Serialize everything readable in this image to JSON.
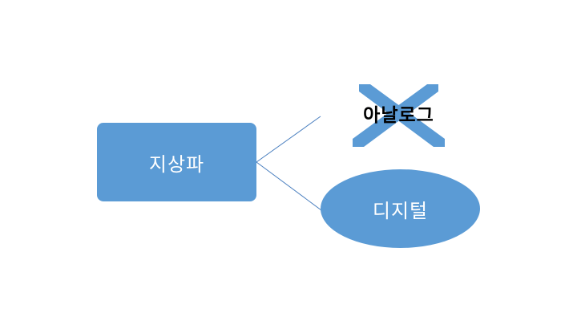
{
  "diagram": {
    "source_node": {
      "label": "지상파"
    },
    "crossed_out_target": {
      "label": "아날로그"
    },
    "target_node": {
      "label": "디지털"
    }
  },
  "colors": {
    "node_fill": "#5b9bd5",
    "connector_line": "#4a7fbf",
    "node_text": "#ffffff",
    "crossed_text": "#000000"
  },
  "icons": {
    "cross_out": "x-mark-icon"
  }
}
